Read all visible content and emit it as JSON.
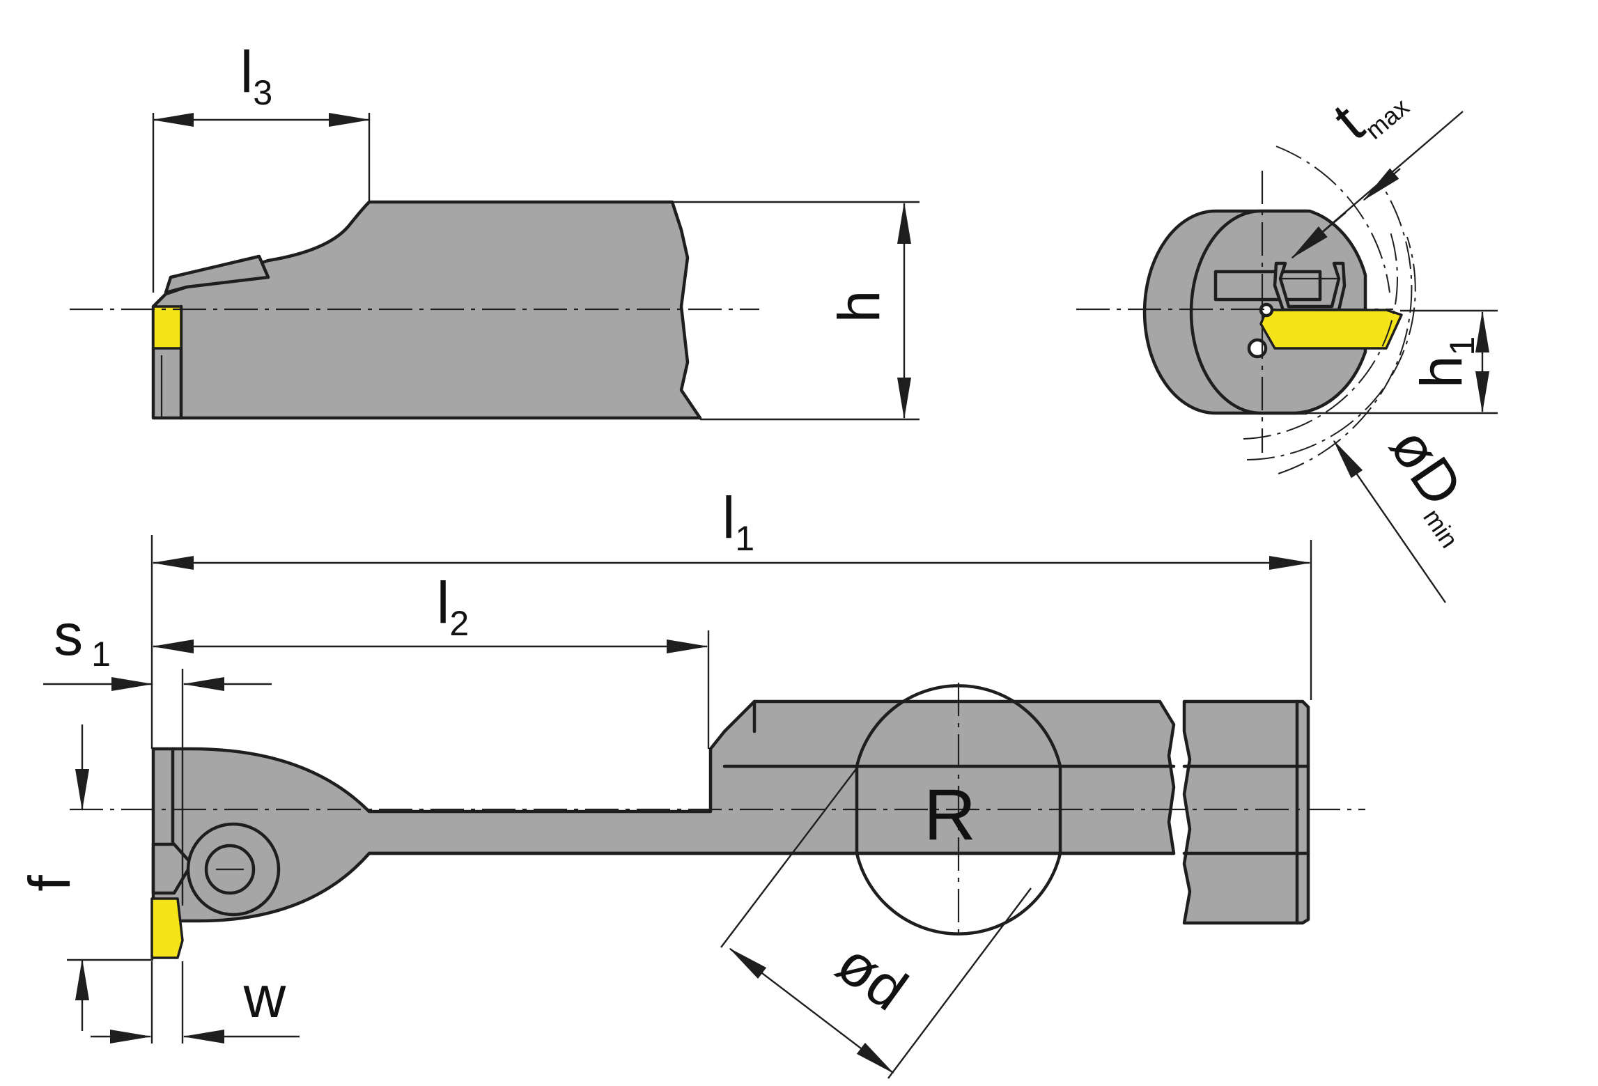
{
  "dimensions": {
    "l3": {
      "main": "l",
      "sub": "3"
    },
    "h": {
      "main": "h"
    },
    "t_max": {
      "main": "t",
      "sub": "max"
    },
    "h1": {
      "main": "h",
      "sub": "1"
    },
    "D_min": {
      "main": "øD",
      "sub": "min"
    },
    "l1": {
      "main": "l",
      "sub": "1"
    },
    "l2": {
      "main": "l",
      "sub": "2"
    },
    "s1": {
      "main": "s",
      "sub": "1"
    },
    "f": {
      "main": "f"
    },
    "w": {
      "main": "w"
    },
    "d": {
      "main": "ød"
    }
  },
  "hand_marker": "R",
  "colors": {
    "body": "#a6a6a6",
    "insert": "#f5e41a",
    "lines": "#1e1e1e"
  }
}
